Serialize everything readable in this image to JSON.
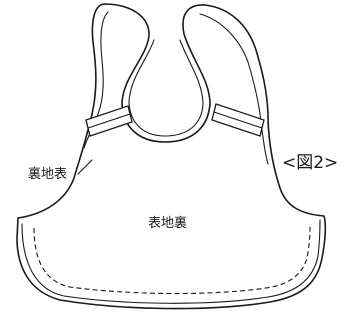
{
  "figure_label": "<図2>",
  "labels": {
    "wrong_side": "裏地表",
    "right_side": "表地裏"
  }
}
